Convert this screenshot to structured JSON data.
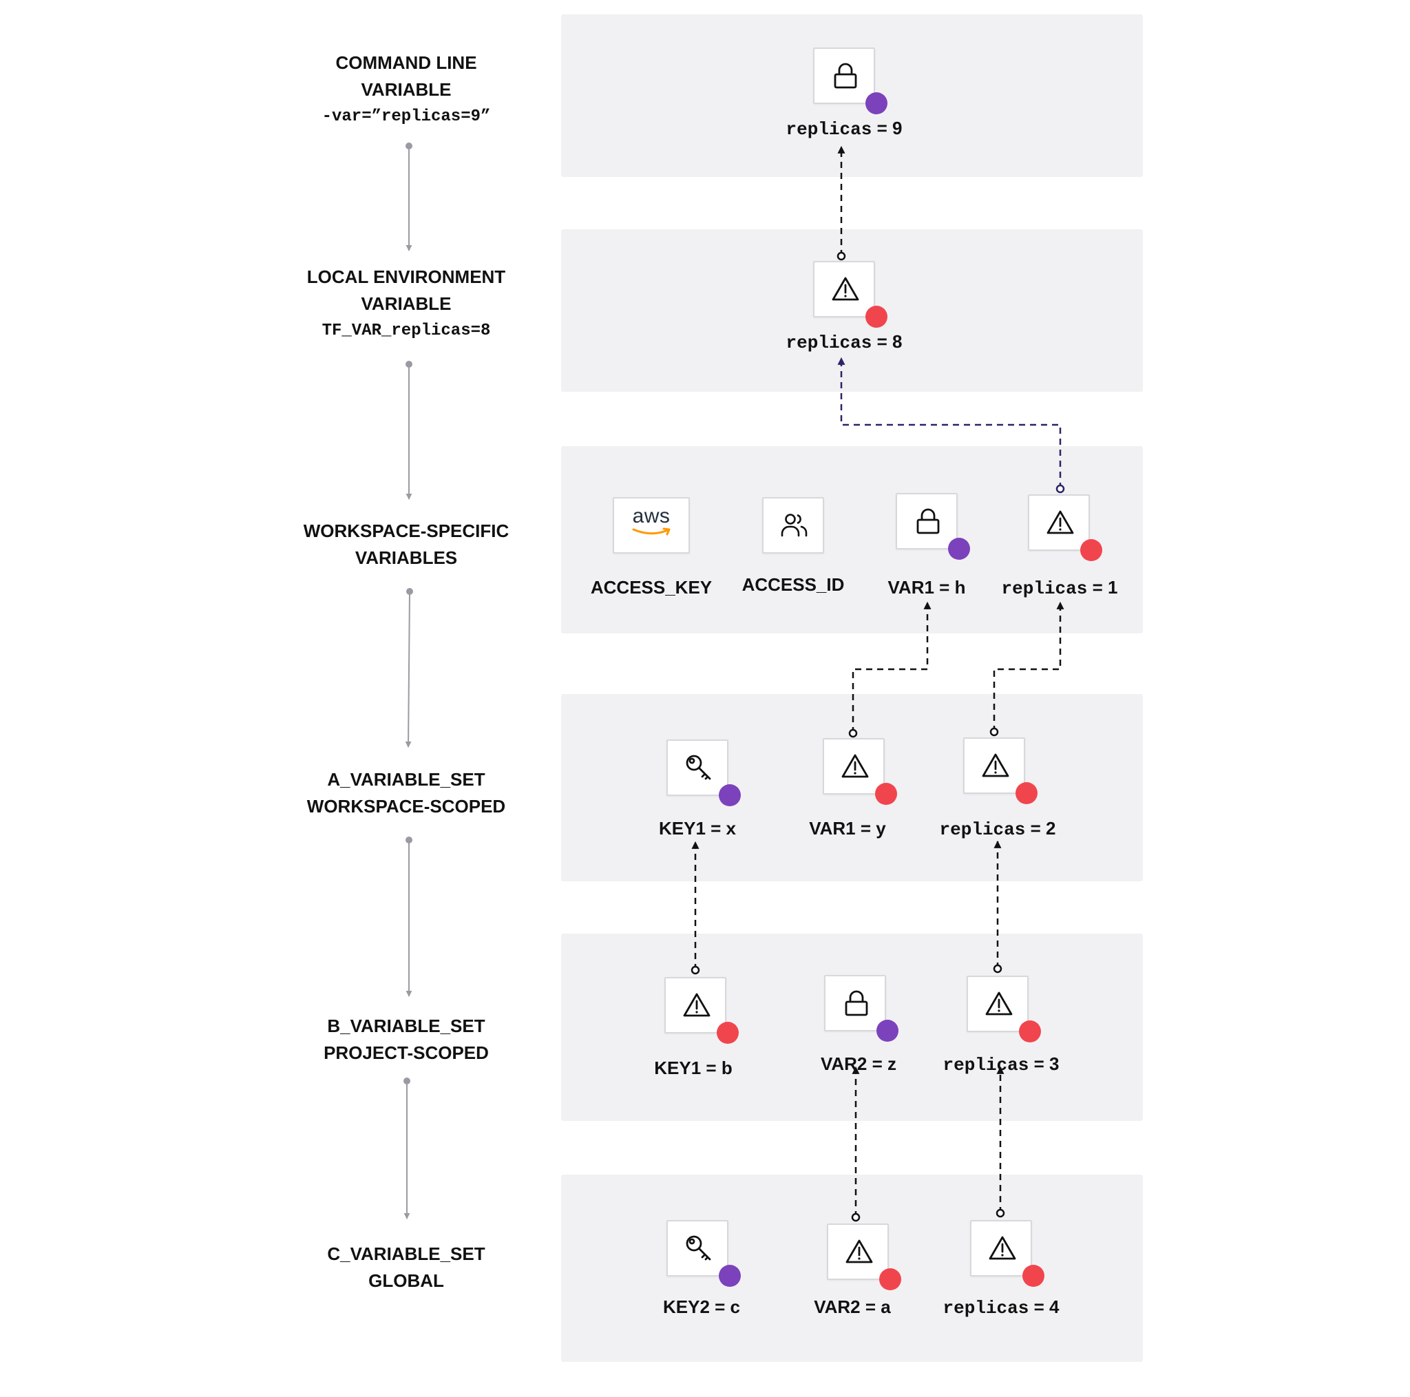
{
  "colors": {
    "panel_background": "#f1f1f3",
    "sensitive_badge": "#7b42bc",
    "warning_badge": "#f1454e",
    "gray_arrow": "#9a9aa4",
    "dark_arrow": "#111111",
    "navy_arrow": "#2a2468",
    "aws_orange": "#ff9900"
  },
  "levels": [
    {
      "label_lines": [
        "COMMAND LINE",
        "VARIABLE"
      ],
      "code": "-var=”replicas=9”",
      "variables": [
        {
          "name": "replicas",
          "op": " = ",
          "value": "9",
          "mono_name": true,
          "icon": "lock-icon",
          "badge": "purple"
        }
      ]
    },
    {
      "label_lines": [
        "LOCAL ENVIRONMENT",
        "VARIABLE"
      ],
      "code": "TF_VAR_replicas=8",
      "variables": [
        {
          "name": "replicas",
          "op": " = ",
          "value": "8",
          "mono_name": true,
          "icon": "warning-icon",
          "badge": "red"
        }
      ]
    },
    {
      "label_lines": [
        "WORKSPACE-SPECIFIC",
        "VARIABLES"
      ],
      "code": "",
      "variables": [
        {
          "name": "ACCESS_KEY",
          "op": "",
          "value": "",
          "mono_name": false,
          "icon": "aws-logo-icon",
          "aws_text": "aws",
          "badge": "none"
        },
        {
          "name": "ACCESS_ID",
          "op": "",
          "value": "",
          "mono_name": false,
          "icon": "users-icon",
          "badge": "none"
        },
        {
          "name": "VAR1",
          "op": " = ",
          "value": "h",
          "mono_name": false,
          "icon": "lock-icon",
          "badge": "purple"
        },
        {
          "name": "replicas",
          "op": " = ",
          "value": "1",
          "mono_name": true,
          "icon": "warning-icon",
          "badge": "red"
        }
      ]
    },
    {
      "label_lines": [
        "A_VARIABLE_SET",
        "WORKSPACE-SCOPED"
      ],
      "code": "",
      "variables": [
        {
          "name": "KEY1",
          "op": " = ",
          "value": "x",
          "mono_name": false,
          "icon": "key-icon",
          "badge": "purple"
        },
        {
          "name": "VAR1",
          "op": " = ",
          "value": "y",
          "mono_name": false,
          "icon": "warning-icon",
          "badge": "red"
        },
        {
          "name": "replicas",
          "op": " = ",
          "value": "2",
          "mono_name": true,
          "icon": "warning-icon",
          "badge": "red"
        }
      ]
    },
    {
      "label_lines": [
        "B_VARIABLE_SET",
        "PROJECT-SCOPED"
      ],
      "code": "",
      "variables": [
        {
          "name": "KEY1",
          "op": " = ",
          "value": "b",
          "mono_name": false,
          "icon": "warning-icon",
          "badge": "red"
        },
        {
          "name": "VAR2",
          "op": " = ",
          "value": "z",
          "mono_name": false,
          "icon": "lock-icon",
          "badge": "purple"
        },
        {
          "name": "replicas",
          "op": " = ",
          "value": "3",
          "mono_name": true,
          "icon": "warning-icon",
          "badge": "red"
        }
      ]
    },
    {
      "label_lines": [
        "C_VARIABLE_SET",
        "GLOBAL"
      ],
      "code": "",
      "variables": [
        {
          "name": "KEY2",
          "op": " = ",
          "value": "c",
          "mono_name": false,
          "icon": "key-icon",
          "badge": "purple"
        },
        {
          "name": "VAR2",
          "op": " = ",
          "value": "a",
          "mono_name": false,
          "icon": "warning-icon",
          "badge": "red"
        },
        {
          "name": "replicas",
          "op": " = ",
          "value": "4",
          "mono_name": true,
          "icon": "warning-icon",
          "badge": "red"
        }
      ]
    }
  ]
}
